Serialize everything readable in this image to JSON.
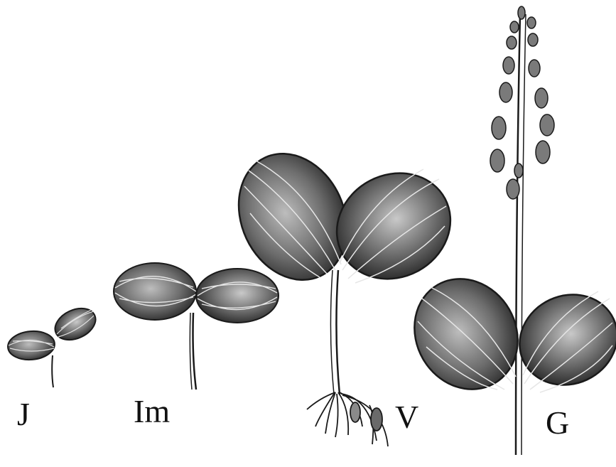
{
  "figure": {
    "description_labels": [
      {
        "id": "juvenile",
        "text": "J"
      },
      {
        "id": "immature",
        "text": "Im"
      },
      {
        "id": "virginile",
        "text": "V"
      },
      {
        "id": "generative",
        "text": "G"
      }
    ]
  },
  "colors": {
    "ink": "#1a1a1a",
    "leaf_shade": "#4a4a4a",
    "leaf_light": "#bdbdbd",
    "background": "#ffffff"
  }
}
